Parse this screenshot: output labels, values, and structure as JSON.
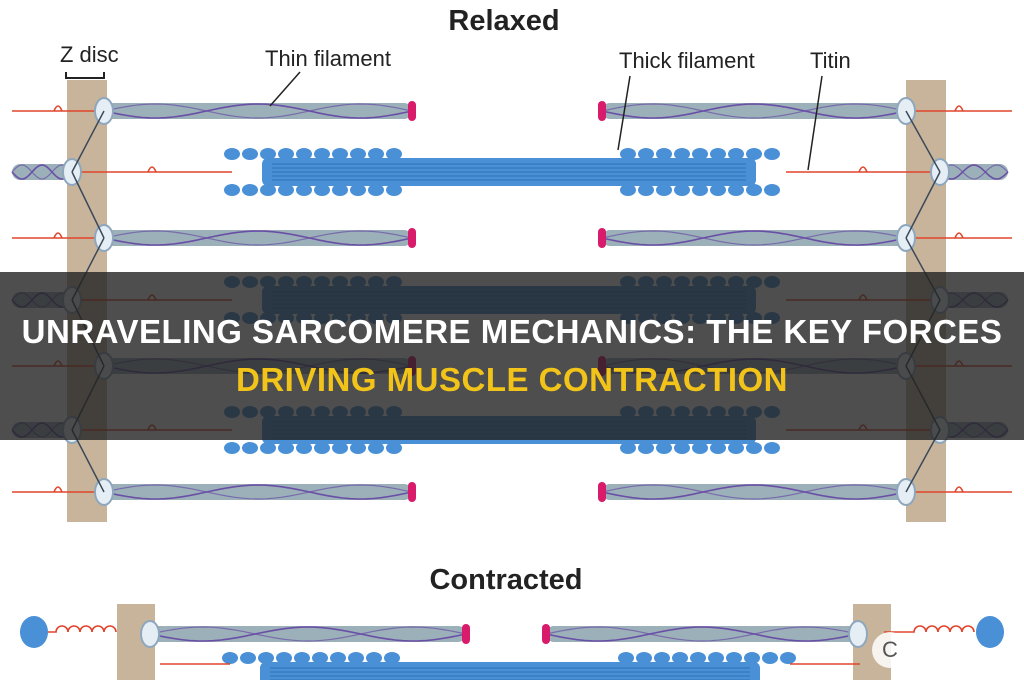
{
  "diagram": {
    "relaxed_title": "Relaxed",
    "contracted_title": "Contracted",
    "labels": {
      "z_disc": "Z disc",
      "thin_filament": "Thin filament",
      "thick_filament": "Thick filament",
      "titin": "Titin"
    }
  },
  "banner": {
    "line1": "Unraveling Sarcomere Mechanics: The Key Forces",
    "line2": "Driving Muscle Contraction"
  },
  "corner_badge": "C",
  "colors": {
    "z_disc": "#c8b49a",
    "thin_filament": "#8aa2ac",
    "thin_strand": "#6a4fa6",
    "thick_filament": "#4a90d6",
    "titin": "#e0452c",
    "cap": "#d81b6a",
    "banner_text_accent": "#f2c318"
  }
}
